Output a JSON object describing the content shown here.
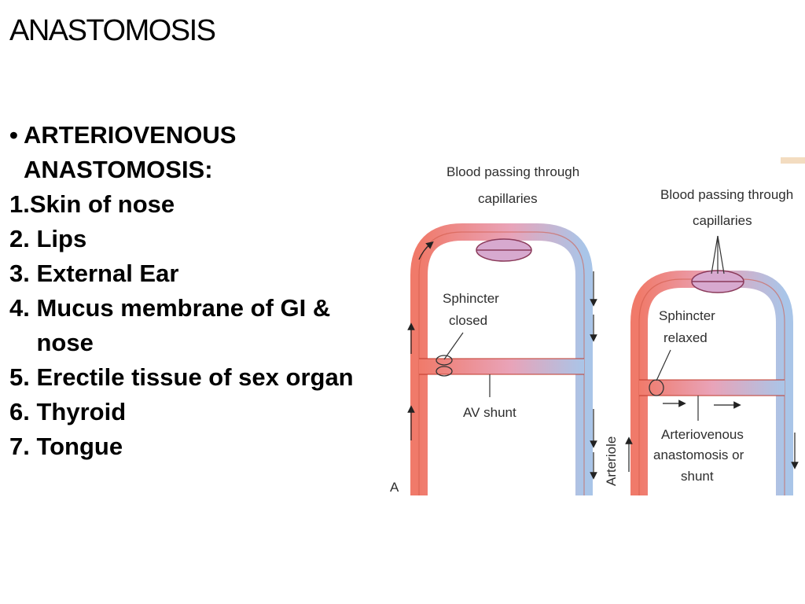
{
  "title": "ANASTOMOSIS",
  "bullet": "ARTERIOVENOUS ANASTOMOSIS:",
  "items": [
    {
      "num": "1.",
      "text": "Skin of nose"
    },
    {
      "num": "2. ",
      "text": "Lips"
    },
    {
      "num": "3. ",
      "text": "External Ear"
    },
    {
      "num": "4. ",
      "text": "Mucus membrane of GI & nose"
    },
    {
      "num": "5. ",
      "text": "Erectile tissue of sex organ"
    },
    {
      "num": "6. ",
      "text": "Thyroid"
    },
    {
      "num": "7. ",
      "text": "Tongue"
    }
  ],
  "figure": {
    "left_top_label_1": "Blood passing through",
    "left_top_label_2": "capillaries",
    "left_sphincter_1": "Sphincter",
    "left_sphincter_2": "closed",
    "left_shunt": "AV shunt",
    "right_top_label_1": "Blood passing through",
    "right_top_label_2": "capillaries",
    "right_sphincter_1": "Sphincter",
    "right_sphincter_2": "relaxed",
    "right_ava_1": "Arteriovenous",
    "right_ava_2": "anastomosis or",
    "right_ava_3": "shunt",
    "arteriole": "Arteriole",
    "panel_letter": "A",
    "colors": {
      "artery": "#f07a6a",
      "artery_dark": "#c0392b",
      "vein": "#a9c5e8",
      "capillary": "#d7a9cf"
    }
  }
}
